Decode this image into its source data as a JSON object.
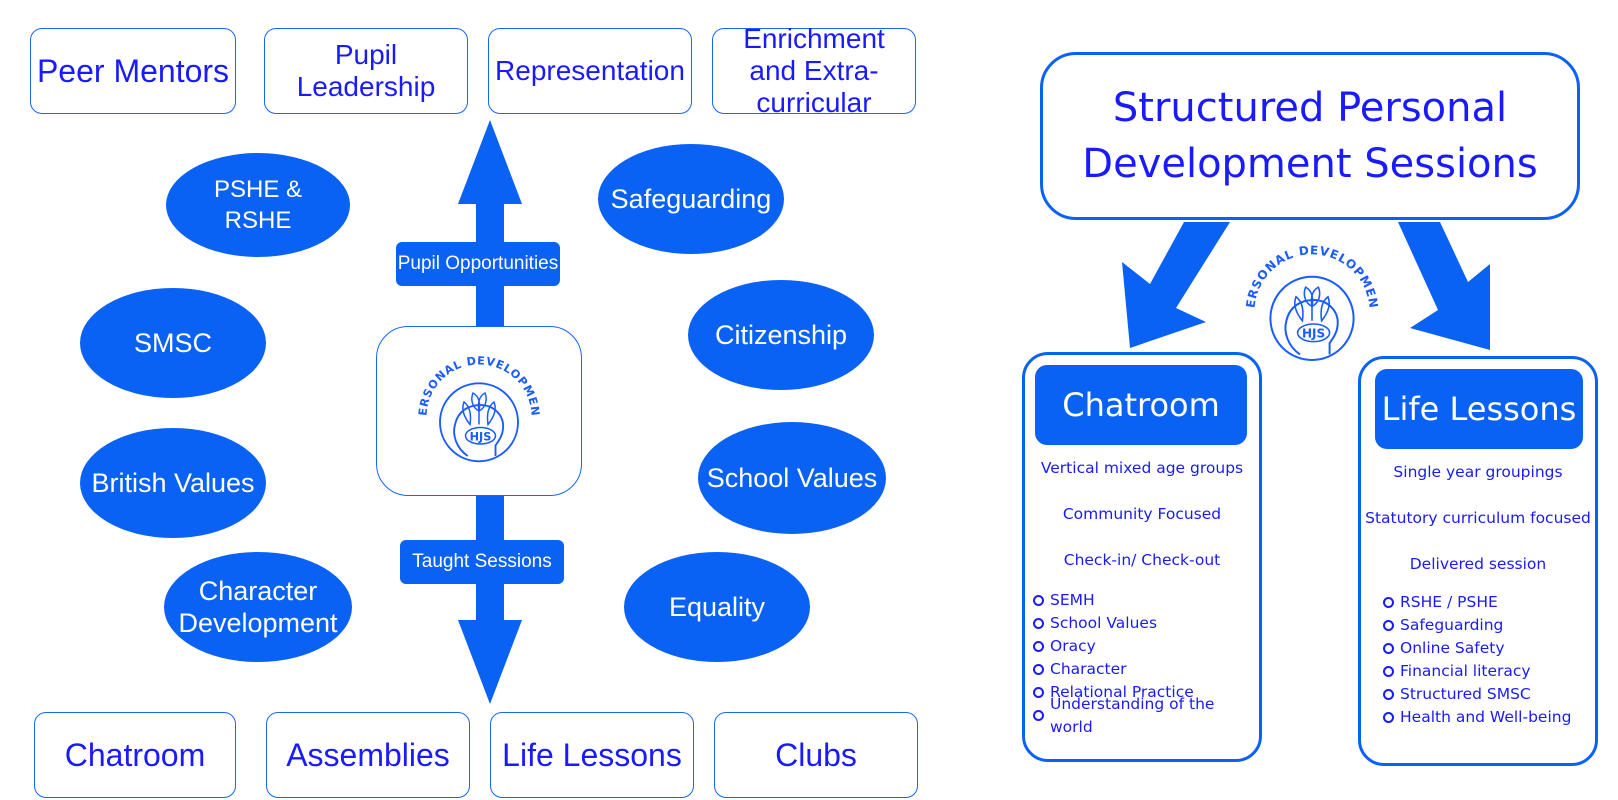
{
  "left": {
    "top_boxes": [
      "Peer Mentors",
      "Pupil Leadership",
      "Representation",
      "Enrichment and Extra-curricular"
    ],
    "bottom_boxes": [
      "Chatroom",
      "Assemblies",
      "Life Lessons",
      "Clubs"
    ],
    "left_ovals": [
      "PSHE & RSHE",
      "SMSC",
      "British Values",
      "Character Development"
    ],
    "right_ovals": [
      "Safeguarding",
      "Citizenship",
      "School Values",
      "Equality"
    ],
    "arrow_up_label": "Pupil Opportunities",
    "arrow_down_label": "Taught Sessions"
  },
  "logo": {
    "arc_text": "PERSONAL DEVELOPMENT",
    "initials": "HJS"
  },
  "right": {
    "title_line1": "Structured Personal",
    "title_line2": "Development Sessions",
    "chatroom": {
      "heading": "Chatroom",
      "lines": [
        "Vertical mixed age groups",
        "Community Focused",
        "Check-in/ Check-out"
      ],
      "items": [
        "SEMH",
        "School Values",
        "Oracy",
        "Character",
        "Relational Practice",
        "Understanding of the world"
      ]
    },
    "life_lessons": {
      "heading": "Life Lessons",
      "lines": [
        "Single year groupings",
        "Statutory curriculum focused",
        "Delivered session"
      ],
      "items": [
        "RSHE / PSHE",
        "Safeguarding",
        "Online Safety",
        "Financial literacy",
        "Structured SMSC",
        "Health and Well-being"
      ]
    }
  },
  "colors": {
    "primary": "#0a62f5",
    "text": "#1a1aff",
    "background": "#ffffff"
  }
}
